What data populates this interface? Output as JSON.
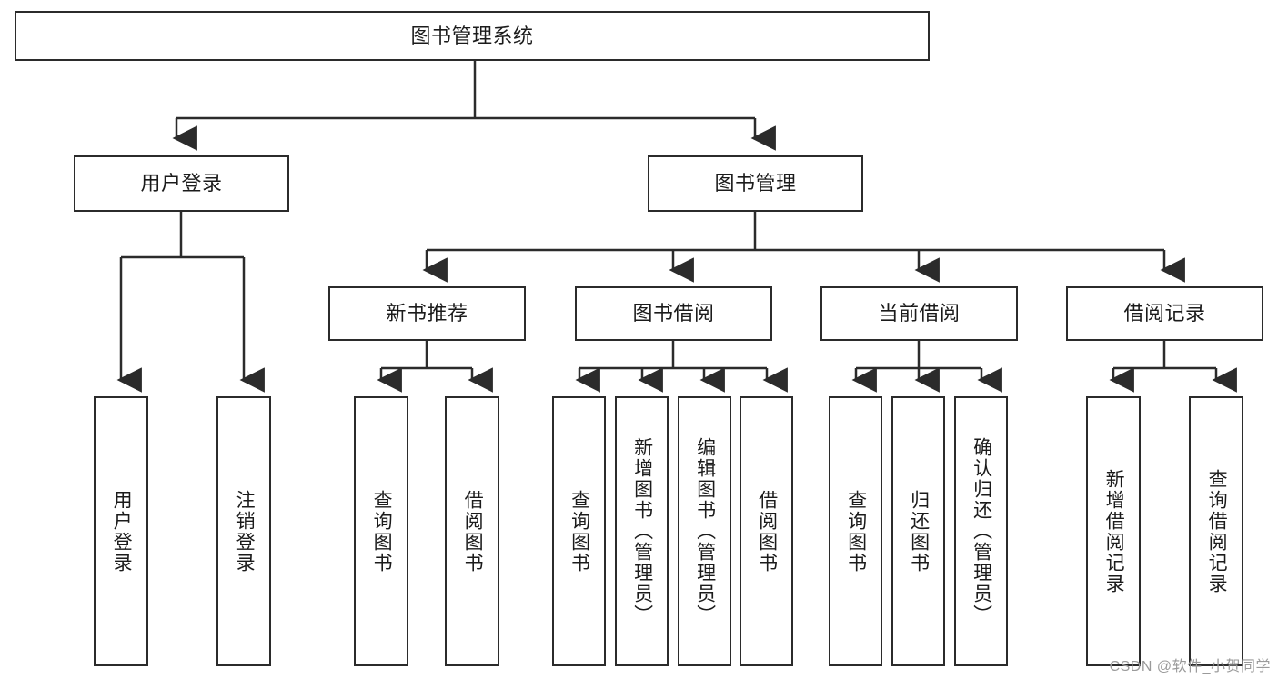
{
  "diagram": {
    "title": "图书管理系统",
    "watermark": "CSDN @软件_小贺同学",
    "line_color": "#2b2b2b",
    "box_fill": "#ffffff",
    "text_color": "#1b1b1b",
    "root": {
      "label": "图书管理系统"
    },
    "level1": [
      {
        "label": "用户登录"
      },
      {
        "label": "图书管理"
      }
    ],
    "level2": [
      {
        "label": "新书推荐"
      },
      {
        "label": "图书借阅"
      },
      {
        "label": "当前借阅"
      },
      {
        "label": "借阅记录"
      }
    ],
    "leaves": {
      "user_login": [
        {
          "label": "用户登录"
        },
        {
          "label": "注销登录"
        }
      ],
      "new_book_recommend": [
        {
          "label": "查询图书"
        },
        {
          "label": "借阅图书"
        }
      ],
      "book_borrow": [
        {
          "label": "查询图书"
        },
        {
          "label": "新增图书（管理员）"
        },
        {
          "label": "编辑图书（管理员）"
        },
        {
          "label": "借阅图书"
        }
      ],
      "current_borrow": [
        {
          "label": "查询图书"
        },
        {
          "label": "归还图书"
        },
        {
          "label": "确认归还（管理员）"
        }
      ],
      "borrow_records": [
        {
          "label": "新增借阅记录"
        },
        {
          "label": "查询借阅记录"
        }
      ]
    }
  }
}
